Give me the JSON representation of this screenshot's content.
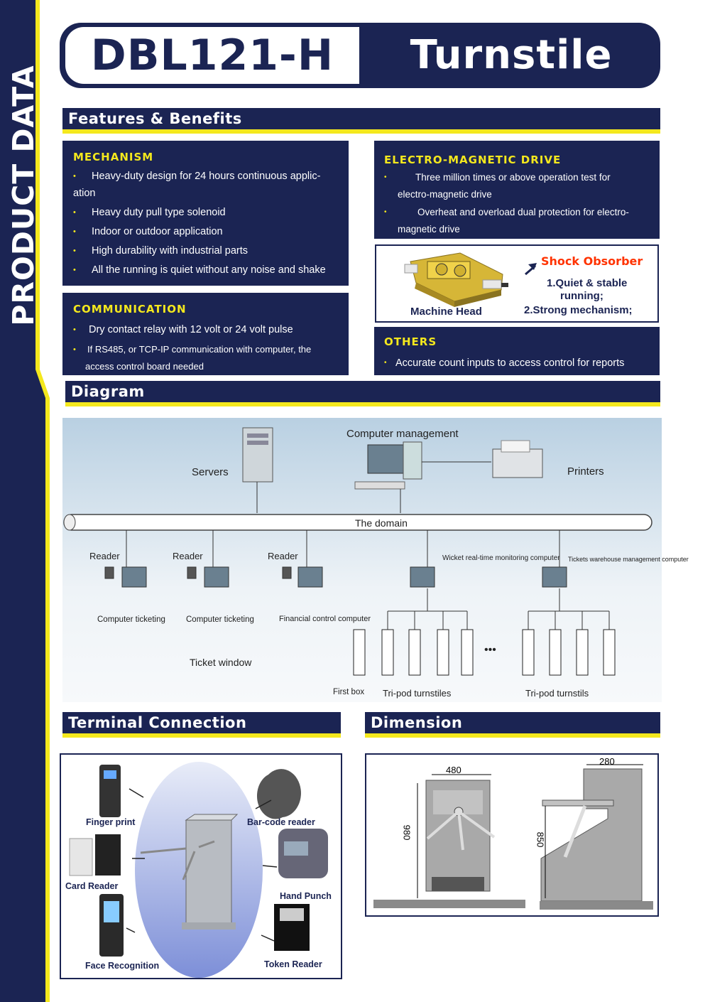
{
  "side_title": "PRODUCT DATA SHEET",
  "header": {
    "model": "DBL121-H",
    "product": "Turnstile"
  },
  "sections": {
    "features": "Features & Benefits",
    "diagram": "Diagram",
    "terminal": "Terminal Connection",
    "dimension": "Dimension"
  },
  "mechanism": {
    "title": "MECHANISM",
    "items": [
      "Heavy-duty design for 24 hours continuous applic-",
      "ation",
      "Heavy duty pull type solenoid",
      "Indoor or outdoor application",
      "High durability with industrial parts",
      "All the running is quiet without any noise and shake"
    ]
  },
  "communication": {
    "title": "COMMUNICATION",
    "items": [
      "Dry contact relay  with 12 volt or 24 volt pulse",
      "If RS485, or TCP-IP communication with computer, the",
      "access control board needed"
    ]
  },
  "em_drive": {
    "title": "ELECTRO-MAGNETIC DRIVE",
    "items": [
      "Three million times or above operation test for",
      "electro-magnetic drive",
      "Overheat and overload dual protection for electro-",
      "magnetic drive"
    ]
  },
  "shock": {
    "title": "Shock Obsorber",
    "line1": "1.Quiet & stable",
    "line2": "running;",
    "line3": "2.Strong mechanism;",
    "caption": "Machine Head"
  },
  "others": {
    "title": "OTHERS",
    "items": [
      "Accurate count inputs  to access control for reports"
    ]
  },
  "diagram": {
    "computer_management": "Computer management",
    "servers": "Servers",
    "printers": "Printers",
    "domain": "The domain",
    "reader1": "Reader",
    "reader2": "Reader",
    "reader3": "Reader",
    "wicket": "Wicket real-time monitoring computer",
    "warehouse": "Tickets warehouse management computer",
    "ct1": "Computer ticketing",
    "ct2": "Computer ticketing",
    "financial": "Financial control computer",
    "ticket_window": "Ticket window",
    "first_box": "First box",
    "tripod1": "Tri-pod turnstiles",
    "tripod2": "Tri-pod turnstils",
    "ellipsis": "•••"
  },
  "terminal": {
    "finger": "Finger print",
    "barcode": "Bar-code reader",
    "card": "Card Reader",
    "hand": "Hand Punch",
    "face": "Face Recognition",
    "token": "Token Reader"
  },
  "dimension": {
    "w1": "480",
    "h1": "980",
    "w2": "280",
    "h2": "850"
  },
  "colors": {
    "navy": "#1b2453",
    "yellow": "#f4e81d",
    "shock_red": "#ff3300"
  }
}
